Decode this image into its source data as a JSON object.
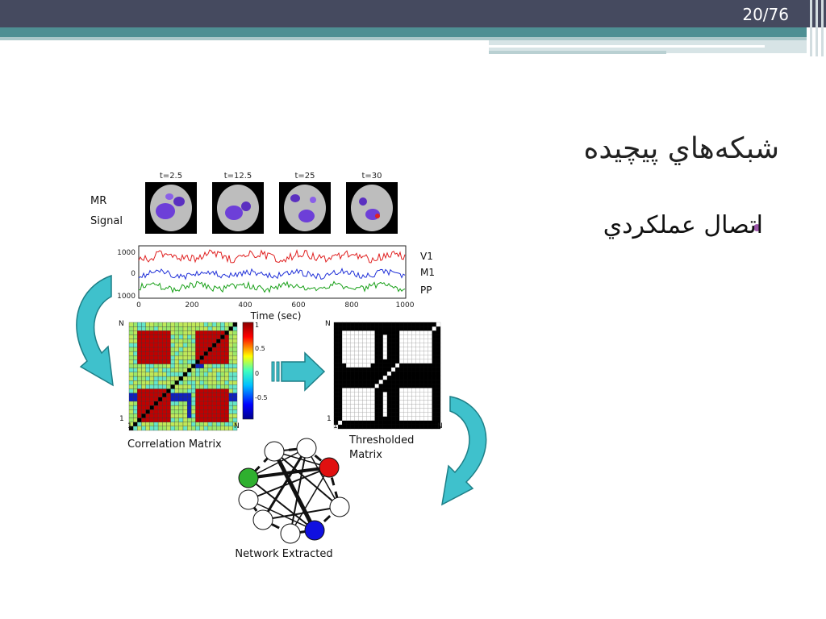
{
  "slide": {
    "page_number": "20/76",
    "title": "شبکه‌هاي پيچيده",
    "bullets": [
      "اتصال عملکردي"
    ]
  },
  "figure": {
    "time_labels": [
      "t=2.5",
      "t=12.5",
      "t=25",
      "t=30"
    ],
    "mr_label": "MR",
    "signal_label": "Signal",
    "signal_y_ticks": [
      "1000",
      "0",
      "1000"
    ],
    "signal_x_ticks": [
      "0",
      "200",
      "400",
      "600",
      "800",
      "1000"
    ],
    "signal_x_label": "Time (sec)",
    "series_labels": [
      "V1",
      "M1",
      "PP"
    ],
    "series_colors": [
      "#e02020",
      "#2030d8",
      "#18a018"
    ],
    "corr_axis": {
      "n_top": "N",
      "one_bottom": "1",
      "one_left": "1",
      "n_right": "N"
    },
    "colorbar_ticks": [
      "1",
      "0.5",
      "0",
      "-0.5"
    ],
    "correlation_caption": "Correlation Matrix",
    "thresholded_caption_line1": "Thresholded",
    "thresholded_caption_line2": "Matrix",
    "network_caption": "Network Extracted",
    "colors": {
      "arrow": "#3fc1cc",
      "arrow_dark": "#1e7f87",
      "node_green": "#2fb02f",
      "node_red": "#e01010",
      "node_blue": "#1010e0"
    }
  }
}
